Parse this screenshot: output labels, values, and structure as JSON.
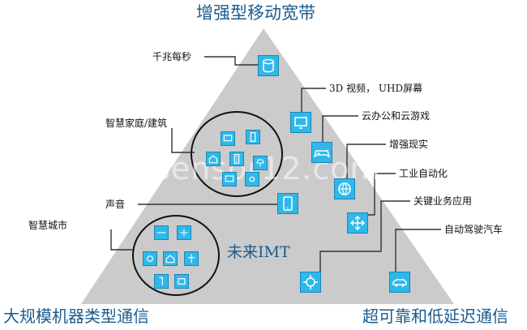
{
  "title": "增强型移动宽带",
  "corners": {
    "left": "大规模机器类型通信",
    "right": "超可靠和低延迟通信"
  },
  "center_label": "未来IMT",
  "watermark": "sensor12.com",
  "labels": {
    "gigabit": "千兆每秒",
    "video_3d": "3D 视频， UHD屏幕",
    "cloud": "云办公和云游戏",
    "smart_home": "智慧家庭/建筑",
    "ar": "增强现实",
    "industry": "工业自动化",
    "voice": "声音",
    "mission_critical": "关键业务应用",
    "smart_city": "智慧城市",
    "autonomous": "自动驾驶汽车"
  },
  "colors": {
    "triangle": "#cbcbcb",
    "icon_fill": "#2fb8ea",
    "accent_text": "#1b5b8c"
  },
  "icons": [
    "database-icon",
    "monitor-icon",
    "game-controller-icon",
    "globe-icon",
    "expand-arrows-icon",
    "tablet-icon",
    "car-icon",
    "crosshair-icon",
    "house-icon",
    "building-icon",
    "monitor-icon",
    "phone-icon",
    "signal-icon",
    "lamp-icon"
  ]
}
